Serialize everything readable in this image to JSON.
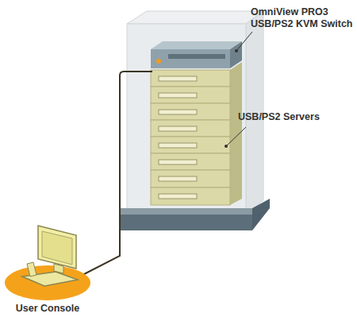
{
  "diagram": {
    "labels": [
      "OmniView PRO3 USB/PS2 KVM Switch",
      "USB/PS2 Servers",
      "User Console"
    ]
  }
}
